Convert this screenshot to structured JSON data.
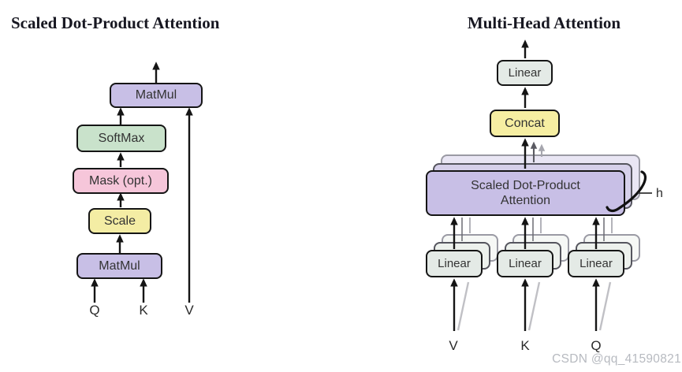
{
  "colors": {
    "purple": "#c8bfe6",
    "green": "#c9e2cb",
    "pink": "#f6c6da",
    "yellow": "#f4eda4",
    "yellow_concat": "#f6eea2",
    "gray_linear": "#e4eae6",
    "border_dark": "#151515",
    "text_box": "#333333",
    "text_label": "#2a2a2a",
    "title_text": "#171721",
    "watermark_gray": "#b7bac0",
    "shadow_purple_fill_1": "#d6d0ea",
    "shadow_purple_fill_2": "#e9e6f4",
    "shadow_linear_fill_1": "#edf1ed",
    "shadow_linear_fill_2": "#f6f8f6",
    "shadow_border_1": "#55555e",
    "shadow_border_2": "#9a9aa4"
  },
  "left": {
    "title": "Scaled Dot-Product Attention",
    "boxes": {
      "matmul_top": "MatMul",
      "softmax": "SoftMax",
      "mask": "Mask (opt.)",
      "scale": "Scale",
      "matmul_bottom": "MatMul"
    },
    "inputs": {
      "q": "Q",
      "k": "K",
      "v": "V"
    }
  },
  "right": {
    "title": "Multi-Head Attention",
    "linear_out": "Linear",
    "concat": "Concat",
    "sdpa": {
      "line1": "Scaled Dot-Product",
      "line2": "Attention"
    },
    "heads_label": "h",
    "linears": [
      "Linear",
      "Linear",
      "Linear"
    ],
    "inputs": {
      "v": "V",
      "k": "K",
      "q": "Q"
    }
  },
  "watermark": "CSDN @qq_41590821"
}
